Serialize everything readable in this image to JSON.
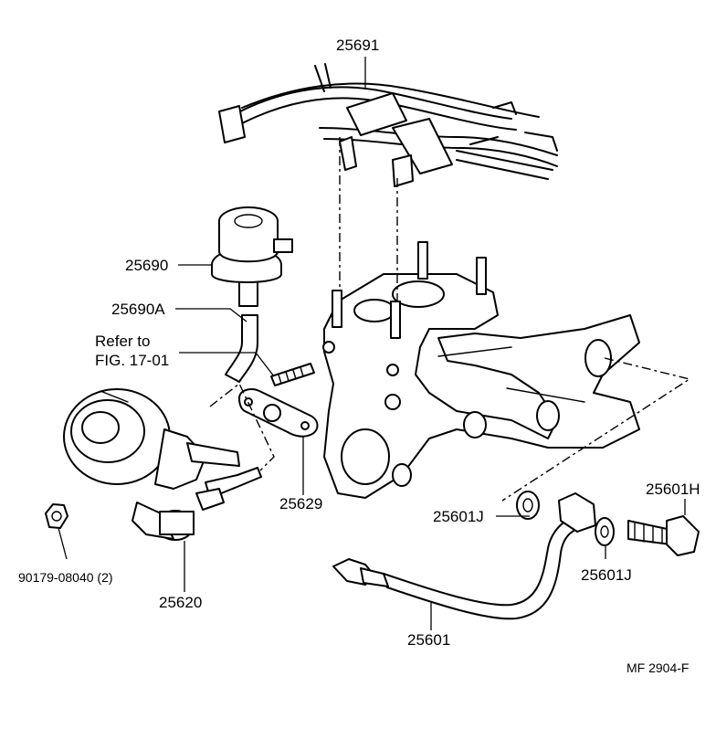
{
  "labels": {
    "p25691": "25691",
    "p25690": "25690",
    "p25690A": "25690A",
    "refer_line1": "Refer to",
    "refer_line2": "FIG. 17-01",
    "p25629": "25629",
    "p25601J_left": "25601J",
    "p25601H": "25601H",
    "p25601J_right": "25601J",
    "p90179": "90179-08040 (2)",
    "p25620": "25620",
    "p25601": "25601",
    "figure_code": "MF  2904-F"
  },
  "colors": {
    "ink": "#000000",
    "paper": "#ffffff"
  },
  "icons": [
    "egr-valve",
    "vacuum-modulator",
    "vacuum-hose",
    "stud-bolt",
    "gasket",
    "union-bolt",
    "nut",
    "egr-pipe",
    "intake-manifold",
    "vacuum-pipe-assembly"
  ]
}
